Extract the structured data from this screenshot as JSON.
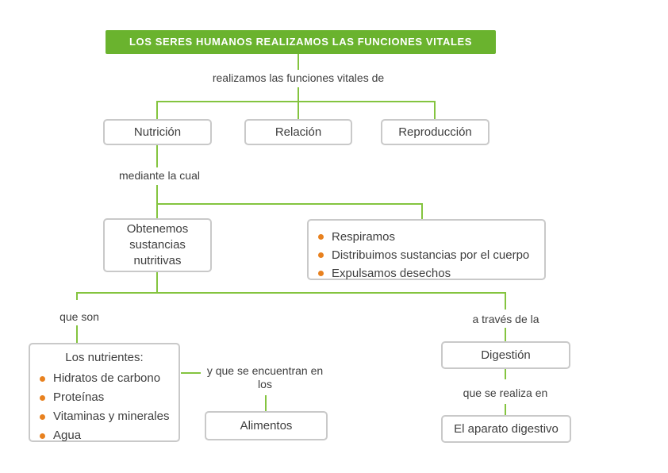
{
  "colors": {
    "banner_green": "#6ab32e",
    "connector_green": "#84c43f",
    "bullet_orange": "#e8811f",
    "text_dark": "#3e3e3e",
    "box_border": "#c9c9c9"
  },
  "banner": {
    "title": "LOS SERES HUMANOS REALIZAMOS LAS FUNCIONES VITALES"
  },
  "connector_labels": {
    "realizamos": "realizamos las funciones vitales de",
    "mediante": "mediante la cual",
    "que_son": "que son",
    "encuentran": "y que se encuentran en los",
    "a_traves": "a través de la",
    "se_realiza": "que se realiza en"
  },
  "boxes": {
    "nutricion": "Nutrición",
    "relacion": "Relación",
    "reproduccion": "Reproducción",
    "obtenemos": "Obtenemos sustancias nutritivas",
    "alimentos": "Alimentos",
    "digestion": "Digestión",
    "aparato_digestivo": "El aparato digestivo"
  },
  "process_list": {
    "items": [
      "Respiramos",
      "Distribuimos sustancias por el cuerpo",
      "Expulsamos desechos"
    ]
  },
  "nutrients": {
    "title": "Los nutrientes:",
    "items": [
      "Hidratos de carbono",
      "Proteínas",
      "Vitaminas y minerales",
      "Agua"
    ]
  }
}
